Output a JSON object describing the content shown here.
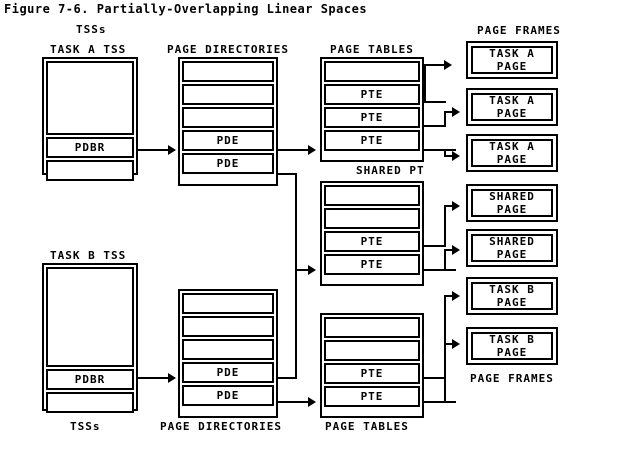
{
  "figure": {
    "title": "Figure 7-6. Partially-Overlapping Linear Spaces"
  },
  "labels": {
    "tss_top": "TSSs",
    "tss_bottom": "TSSs",
    "task_a_tss": "TASK A TSS",
    "task_b_tss": "TASK B TSS",
    "page_directories_top": "PAGE DIRECTORIES",
    "page_directories_bottom": "PAGE DIRECTORIES",
    "page_tables_top": "PAGE TABLES",
    "page_tables_bottom": "PAGE TABLES",
    "shared_pt": "SHARED PT",
    "page_frames_top": "PAGE FRAMES",
    "page_frames_bottom": "PAGE FRAMES"
  },
  "task_a_tss": {
    "cells": [
      {
        "text": ""
      },
      {
        "text": "PDBR"
      },
      {
        "text": ""
      }
    ]
  },
  "task_b_tss": {
    "cells": [
      {
        "text": ""
      },
      {
        "text": "PDBR"
      },
      {
        "text": ""
      }
    ]
  },
  "page_directory_a": {
    "cells": [
      {
        "text": ""
      },
      {
        "text": ""
      },
      {
        "text": ""
      },
      {
        "text": "PDE"
      },
      {
        "text": "PDE"
      }
    ]
  },
  "page_directory_b": {
    "cells": [
      {
        "text": ""
      },
      {
        "text": ""
      },
      {
        "text": ""
      },
      {
        "text": "PDE"
      },
      {
        "text": "PDE"
      }
    ]
  },
  "page_table_a": {
    "cells": [
      {
        "text": ""
      },
      {
        "text": "PTE"
      },
      {
        "text": "PTE"
      },
      {
        "text": "PTE"
      }
    ]
  },
  "shared_page_table": {
    "cells": [
      {
        "text": ""
      },
      {
        "text": ""
      },
      {
        "text": "PTE"
      },
      {
        "text": "PTE"
      }
    ]
  },
  "page_table_b": {
    "cells": [
      {
        "text": ""
      },
      {
        "text": ""
      },
      {
        "text": "PTE"
      },
      {
        "text": "PTE"
      }
    ]
  },
  "page_frames": [
    {
      "line1": "TASK A",
      "line2": "PAGE"
    },
    {
      "line1": "TASK A",
      "line2": "PAGE"
    },
    {
      "line1": "TASK A",
      "line2": "PAGE"
    },
    {
      "line1": "SHARED",
      "line2": "PAGE"
    },
    {
      "line1": "SHARED",
      "line2": "PAGE"
    },
    {
      "line1": "TASK B",
      "line2": "PAGE"
    },
    {
      "line1": "TASK B",
      "line2": "PAGE"
    }
  ],
  "colors": {
    "ink": "#000000",
    "paper": "#ffffff"
  }
}
